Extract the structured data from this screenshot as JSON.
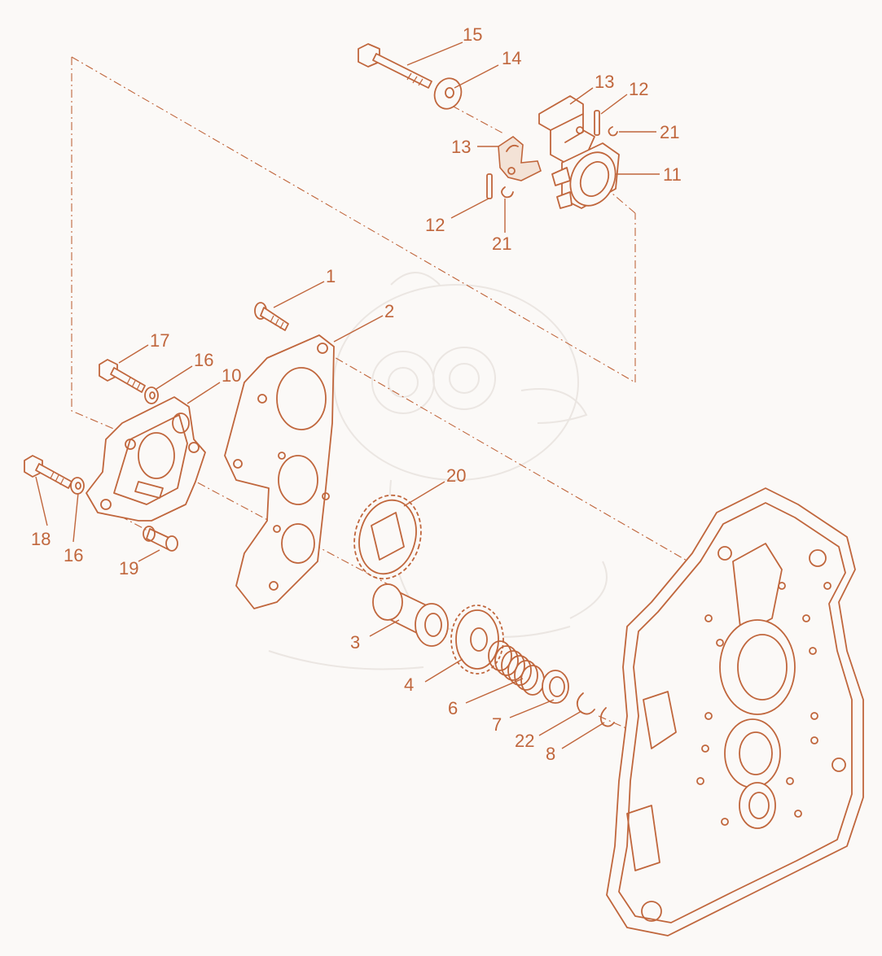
{
  "colors": {
    "ink": "#c0663c",
    "background": "#fbf9f7",
    "watermark": "#ebe6e2"
  },
  "callouts": {
    "c15": "15",
    "c14": "14",
    "c13a": "13",
    "c12a": "12",
    "c21a": "21",
    "c13b": "13",
    "c11": "11",
    "c12b": "12",
    "c21b": "21",
    "c1": "1",
    "c2": "2",
    "c17": "17",
    "c16a": "16",
    "c10": "10",
    "c20": "20",
    "c18": "18",
    "c16b": "16",
    "c19": "19",
    "c3": "3",
    "c4": "4",
    "c6": "6",
    "c7": "7",
    "c22": "22",
    "c8": "8"
  }
}
